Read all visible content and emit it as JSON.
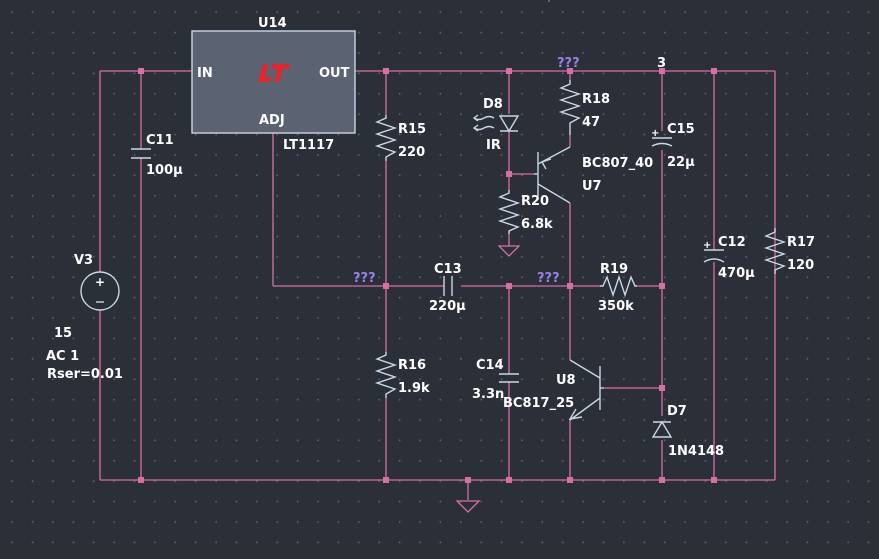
{
  "regulator": {
    "ref": "U14",
    "part": "LT1117",
    "pin_in": "IN",
    "pin_out": "OUT",
    "pin_adj": "ADJ",
    "logo": "LT"
  },
  "components": {
    "C11": {
      "ref": "C11",
      "value": "100µ"
    },
    "R15": {
      "ref": "R15",
      "value": "220"
    },
    "D8": {
      "ref": "D8",
      "value": "IR"
    },
    "R18": {
      "ref": "R18",
      "value": "47"
    },
    "U7": {
      "ref": "U7",
      "value": "BC807_40"
    },
    "R20": {
      "ref": "R20",
      "value": "6.8k"
    },
    "C15": {
      "ref": "C15",
      "value": "22µ"
    },
    "C12": {
      "ref": "C12",
      "value": "470µ"
    },
    "R17": {
      "ref": "R17",
      "value": "120"
    },
    "C13": {
      "ref": "C13",
      "value": "220µ"
    },
    "R19": {
      "ref": "R19",
      "value": "350k"
    },
    "R16": {
      "ref": "R16",
      "value": "1.9k"
    },
    "C14": {
      "ref": "C14",
      "value": "3.3n"
    },
    "U8": {
      "ref": "U8",
      "value": "BC817_25"
    },
    "D7": {
      "ref": "D7",
      "value": "1N4148"
    }
  },
  "source": {
    "ref": "V3",
    "dc": "15",
    "ac": "AC 1",
    "rser": "Rser=0.01"
  },
  "net_labels": {
    "top_unknown": "???",
    "adj_unknown": "???",
    "mid_unknown": "???",
    "out_node": "3"
  },
  "colors": {
    "background": "#2b2f38",
    "wire": "#d86fa4",
    "component": "#c9d7e6",
    "label": "#ffffff",
    "net_label": "#9a7fe8",
    "logo": "#e3262b"
  }
}
